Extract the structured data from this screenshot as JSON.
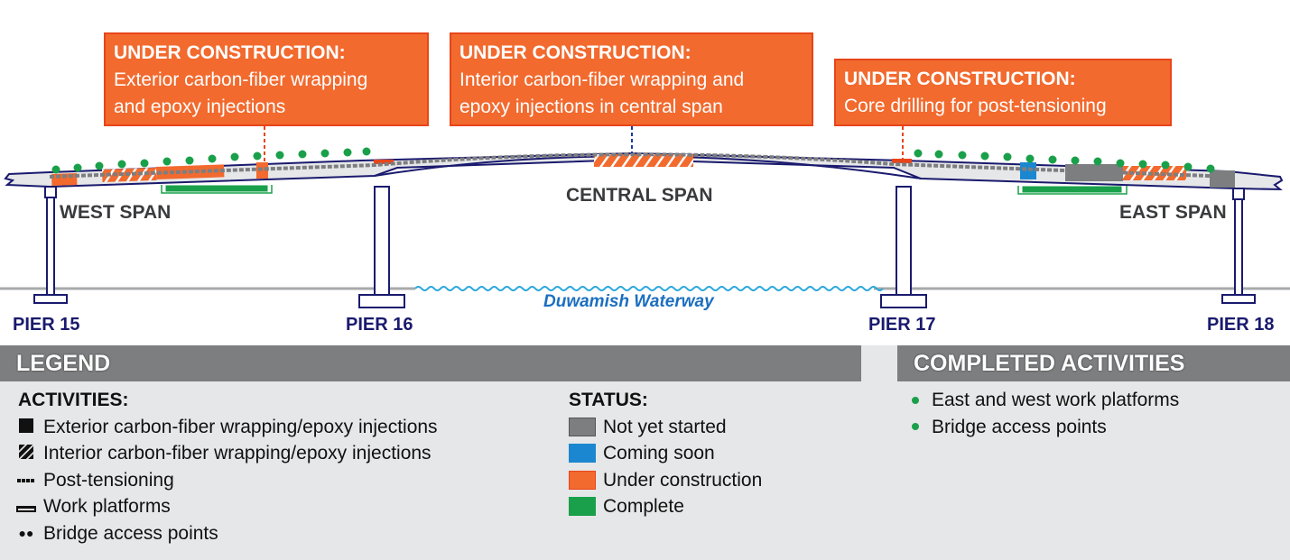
{
  "callouts": [
    {
      "heading": "UNDER CONSTRUCTION:",
      "line1": "Exterior carbon-fiber wrapping",
      "line2": "and epoxy injections"
    },
    {
      "heading": "UNDER CONSTRUCTION:",
      "line1": "Interior carbon-fiber wrapping and",
      "line2": "epoxy injections in central span"
    },
    {
      "heading": "UNDER CONSTRUCTION:",
      "line1": "Core drilling for post-tensioning"
    }
  ],
  "spans": {
    "west": "WEST SPAN",
    "central": "CENTRAL SPAN",
    "east": "EAST SPAN"
  },
  "piers": [
    "PIER 15",
    "PIER 16",
    "PIER 17",
    "PIER 18"
  ],
  "waterway": "Duwamish Waterway",
  "legend": {
    "title": "LEGEND",
    "activities_heading": "ACTIVITIES:",
    "activities": [
      {
        "icon": "solid-square-icon",
        "label": "Exterior carbon-fiber wrapping/epoxy injections"
      },
      {
        "icon": "hatched-square-icon",
        "label": "Interior carbon-fiber wrapping/epoxy injections"
      },
      {
        "icon": "dashed-line-icon",
        "label": "Post-tensioning"
      },
      {
        "icon": "platform-icon",
        "label": "Work platforms"
      },
      {
        "icon": "dots-icon",
        "label": "Bridge access points"
      }
    ],
    "status_heading": "STATUS:",
    "status": [
      {
        "label": "Not yet started",
        "color": "#7d7e80"
      },
      {
        "label": "Coming soon",
        "color": "#1b87d0"
      },
      {
        "label": "Under construction",
        "color": "#f26a2e"
      },
      {
        "label": "Complete",
        "color": "#1aa04a"
      }
    ]
  },
  "completed": {
    "title": "COMPLETED ACTIVITIES",
    "items": [
      "East and west work platforms",
      "Bridge access points"
    ]
  },
  "colors": {
    "navy": "#1a1a6e",
    "orange": "#f26a2e",
    "blue": "#1b87d0",
    "green": "#1aa04a",
    "gray": "#7d7e80",
    "water": "#2aa7dc"
  }
}
